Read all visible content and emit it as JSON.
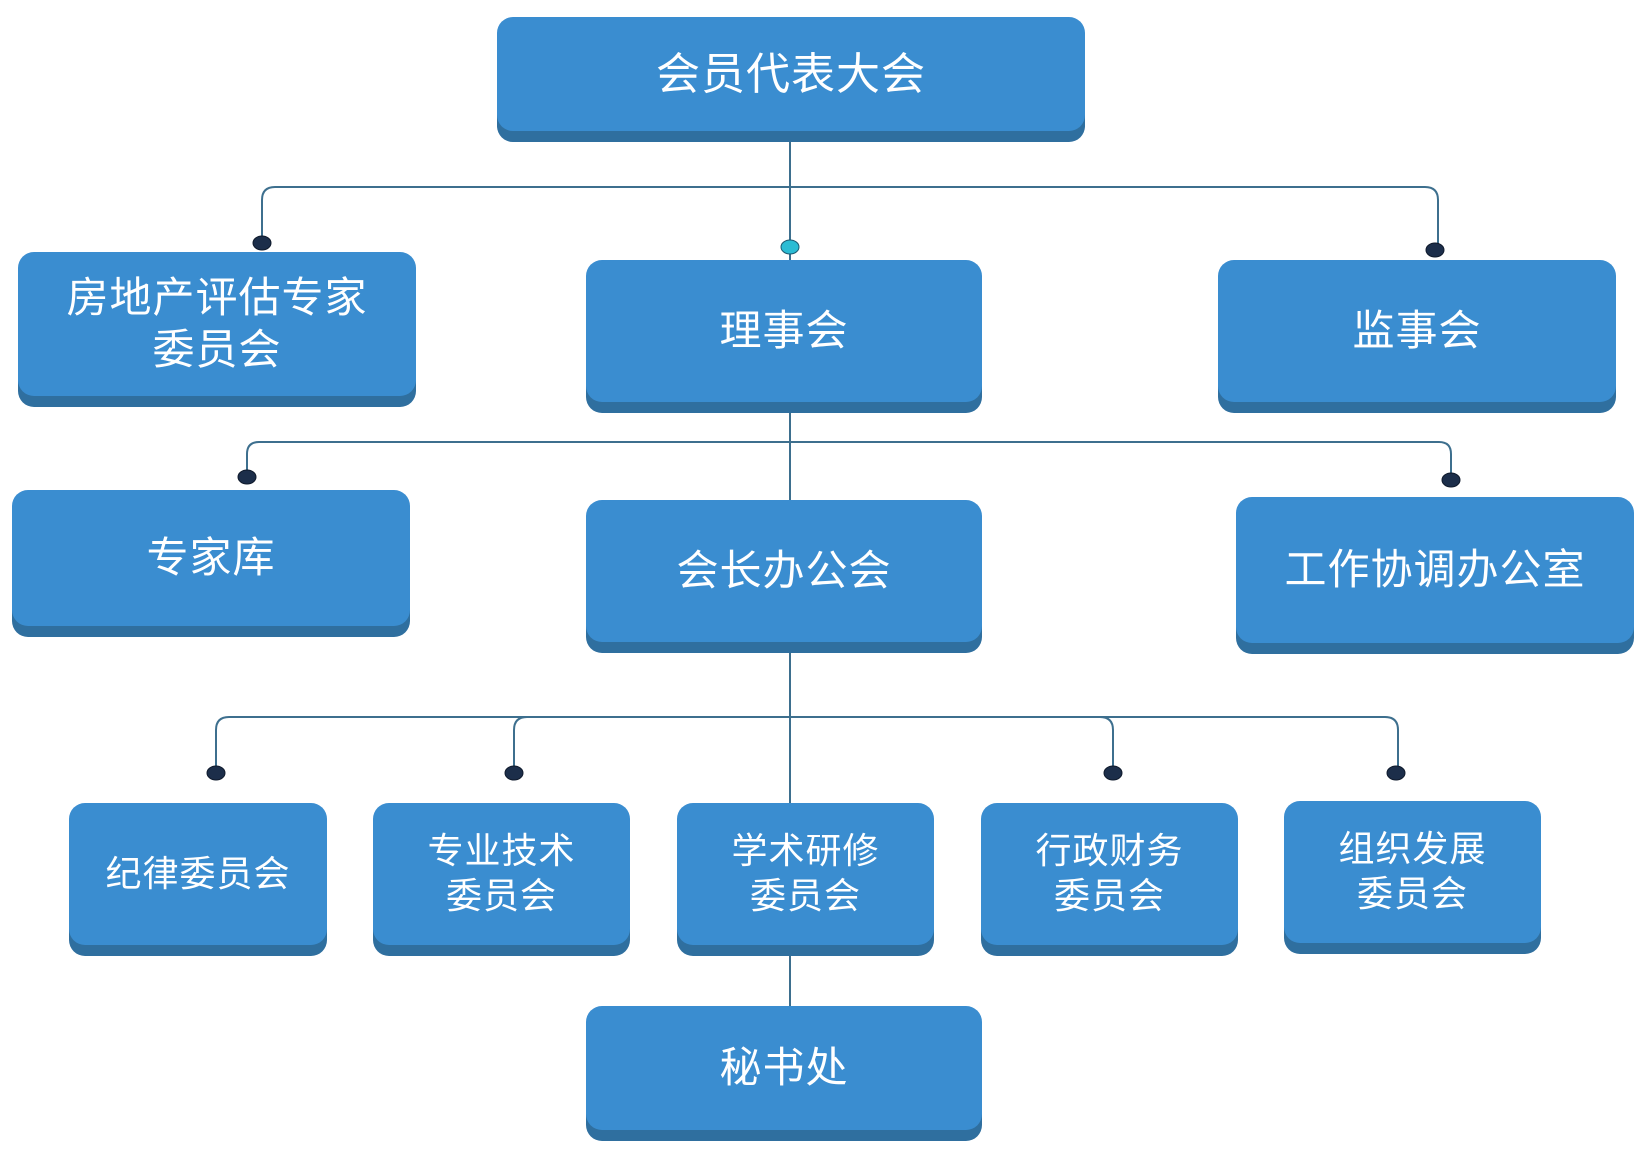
{
  "nodes": {
    "assembly": "会员代表大会",
    "appraisal_committee": "房地产评估专家\n委员会",
    "council": "理事会",
    "supervisory_board": "监事会",
    "expert_pool": "专家库",
    "president_office": "会长办公会",
    "coordination_office": "工作协调办公室",
    "discipline_committee": "纪律委员会",
    "technical_committee": "专业技术\n委员会",
    "academic_committee": "学术研修\n委员会",
    "finance_committee": "行政财务\n委员会",
    "development_committee": "组织发展\n委员会",
    "secretariat": "秘书处"
  },
  "colors": {
    "box_fill": "#3a8dd0",
    "box_shadow": "#2f6f9f",
    "connector_line": "#3d6f8e",
    "connector_dot": "#1c2e4a",
    "connector_dot_accent": "#2bbcd4",
    "text": "#ffffff"
  }
}
